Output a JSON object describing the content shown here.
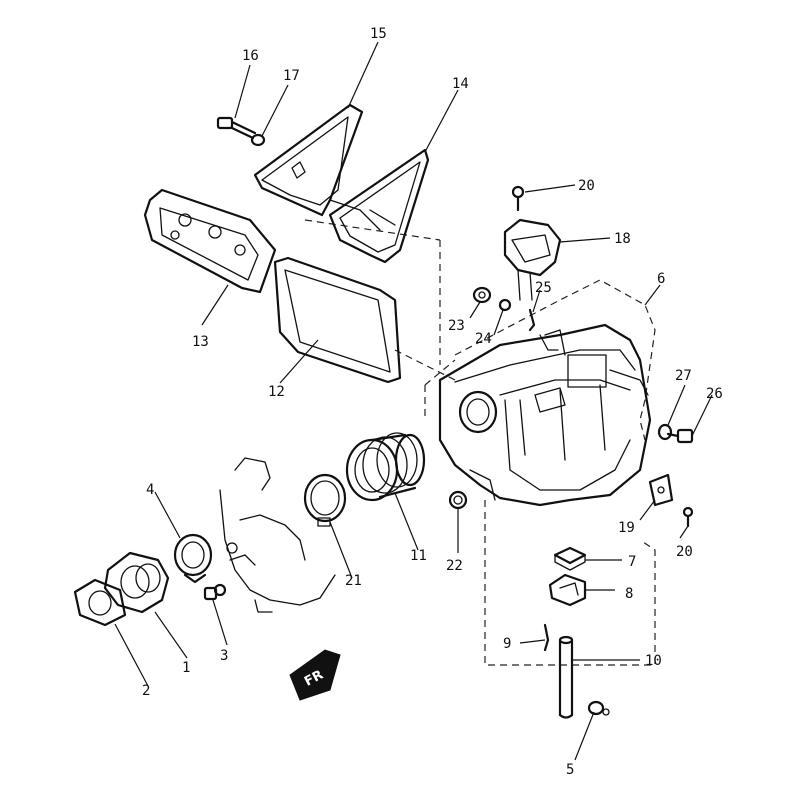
{
  "callouts": {
    "c1": "1",
    "c2": "2",
    "c3": "3",
    "c4": "4",
    "c5": "5",
    "c6": "6",
    "c7": "7",
    "c8": "8",
    "c9": "9",
    "c10": "10",
    "c11": "11",
    "c12": "12",
    "c13": "13",
    "c14": "14",
    "c15": "15",
    "c16": "16",
    "c17": "17",
    "c18": "18",
    "c19": "19",
    "c20a": "20",
    "c20b": "20",
    "c21": "21",
    "c22": "22",
    "c23": "23",
    "c24": "24",
    "c25": "25",
    "c26": "26",
    "c27": "27"
  },
  "front_marker": "FR"
}
